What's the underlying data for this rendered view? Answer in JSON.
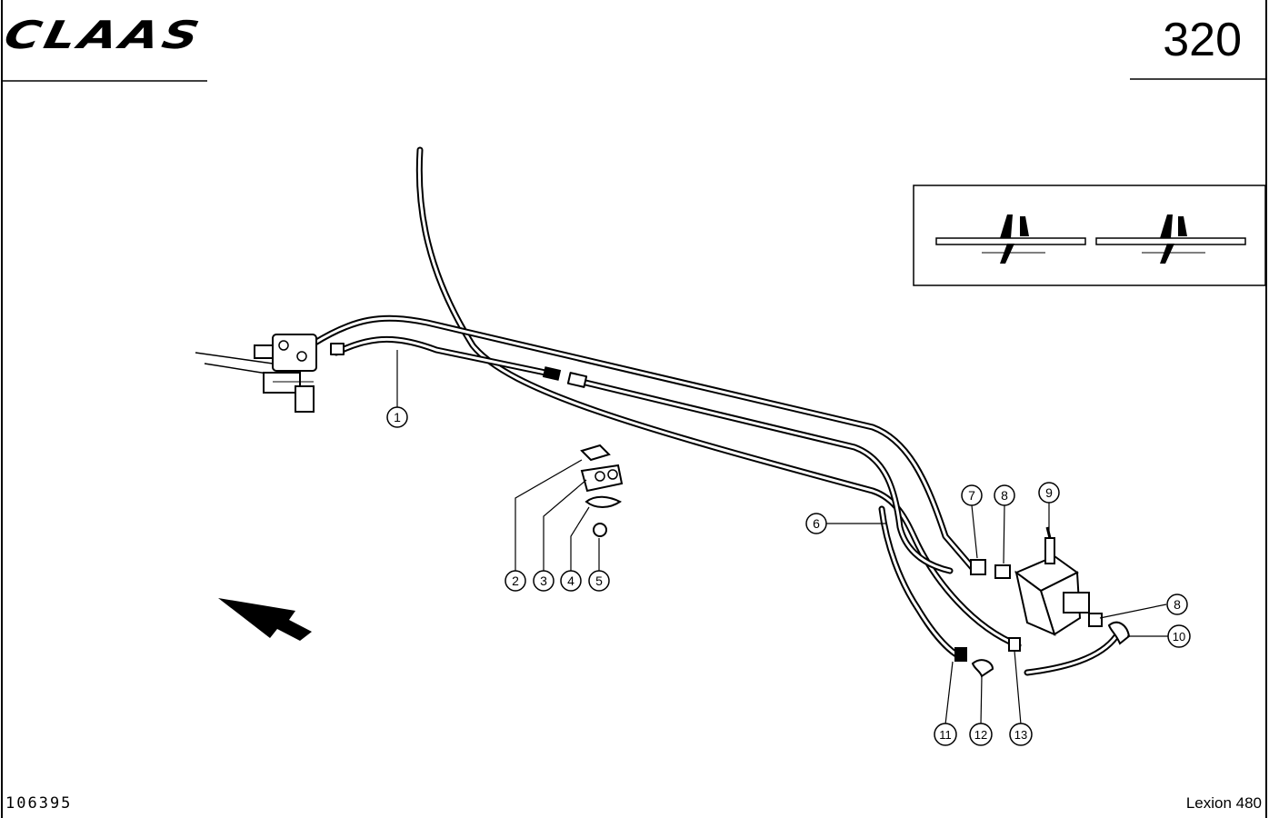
{
  "header": {
    "brand": "CLAAS",
    "page_number": "320"
  },
  "footer": {
    "document_number": "106395",
    "model": "Lexion 480"
  },
  "callouts": [
    "1",
    "2",
    "3",
    "4",
    "5",
    "6",
    "7",
    "8",
    "9",
    "8",
    "10",
    "11",
    "12",
    "13"
  ]
}
